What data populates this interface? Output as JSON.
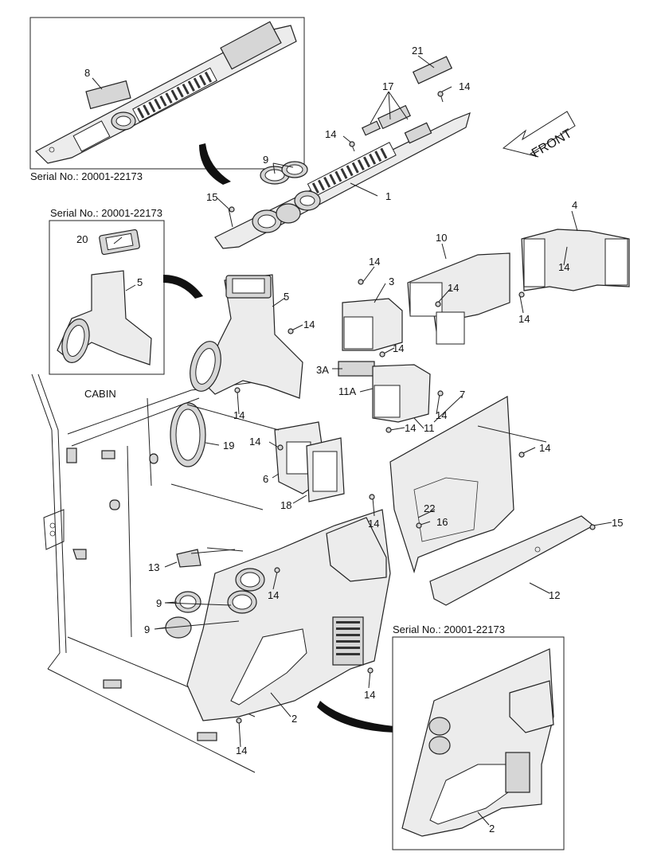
{
  "serial_labels": [
    "Serial No.: 20001-22173",
    "Serial No.: 20001-22173",
    "Serial No.: 20001-22173"
  ],
  "front_label": "FRONT",
  "cabin_label": "CABIN",
  "callouts": {
    "c1": "1",
    "c2a": "2",
    "c2b": "2",
    "c3": "3",
    "c3a": "3A",
    "c4": "4",
    "c5a": "5",
    "c5b": "5",
    "c6": "6",
    "c7": "7",
    "c8": "8",
    "c9a": "9",
    "c9b": "9",
    "c9c": "9",
    "c10": "10",
    "c11": "11",
    "c11a": "11A",
    "c12": "12",
    "c13": "13",
    "c14a": "14",
    "c14b": "14",
    "c14c": "14",
    "c14d": "14",
    "c14e": "14",
    "c14f": "14",
    "c14g": "14",
    "c14h": "14",
    "c14i": "14",
    "c14j": "14",
    "c14k": "14",
    "c14l": "14",
    "c14m": "14",
    "c14n": "14",
    "c14o": "14",
    "c14p": "14",
    "c15a": "15",
    "c15b": "15",
    "c16": "16",
    "c17": "17",
    "c18": "18",
    "c19": "19",
    "c20": "20",
    "c21": "21",
    "c22": "22"
  }
}
